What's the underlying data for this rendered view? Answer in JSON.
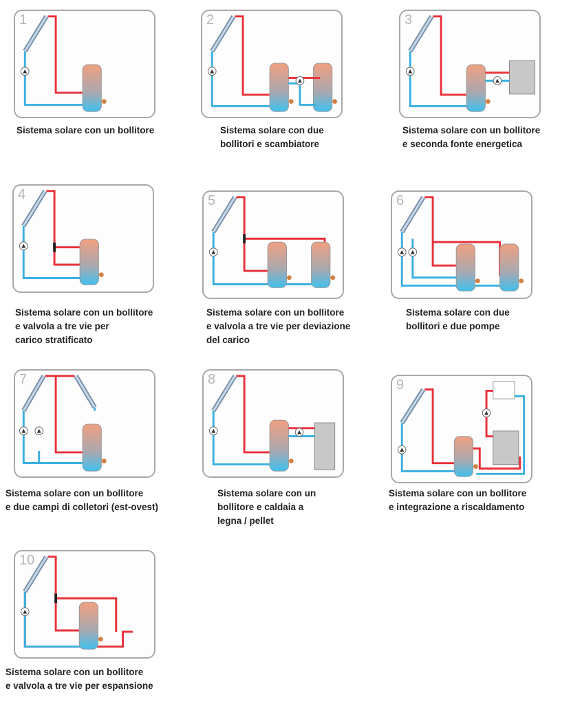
{
  "colors": {
    "hot": "#e8303a",
    "cold": "#3ab0e0",
    "frame": "#a8a8a8",
    "tank_top": "#f0a080",
    "tank_bottom": "#40c0ef",
    "boiler": "#c8c8c8"
  },
  "systems": [
    {
      "number": "1",
      "caption": [
        "Sistema solare con un bollitore"
      ]
    },
    {
      "number": "2",
      "caption": [
        "Sistema solare con due",
        "bollitori e scambiatore"
      ]
    },
    {
      "number": "3",
      "caption": [
        "Sistema solare con un bollitore",
        "e seconda fonte energetica"
      ]
    },
    {
      "number": "4",
      "caption": [
        "Sistema solare con un bollitore",
        "e valvola a tre vie per",
        "carico stratificato"
      ]
    },
    {
      "number": "5",
      "caption": [
        "Sistema solare con un bollitore",
        "e valvola a tre vie per deviazione",
        "del carico"
      ]
    },
    {
      "number": "6",
      "caption": [
        "Sistema solare con due",
        "bollitori e due pompe"
      ]
    },
    {
      "number": "7",
      "caption": [
        "Sistema solare con un bollitore",
        "e due campi di colletori (est-ovest)"
      ]
    },
    {
      "number": "8",
      "caption": [
        "Sistema solare con un",
        "bollitore e caldaia a",
        "legna / pellet"
      ]
    },
    {
      "number": "9",
      "caption": [
        "Sistema solare con un bollitore",
        "e integrazione a riscaldamento"
      ]
    },
    {
      "number": "10",
      "caption": [
        "Sistema solare con un bollitore",
        "e valvola a tre vie per espansione"
      ]
    }
  ]
}
